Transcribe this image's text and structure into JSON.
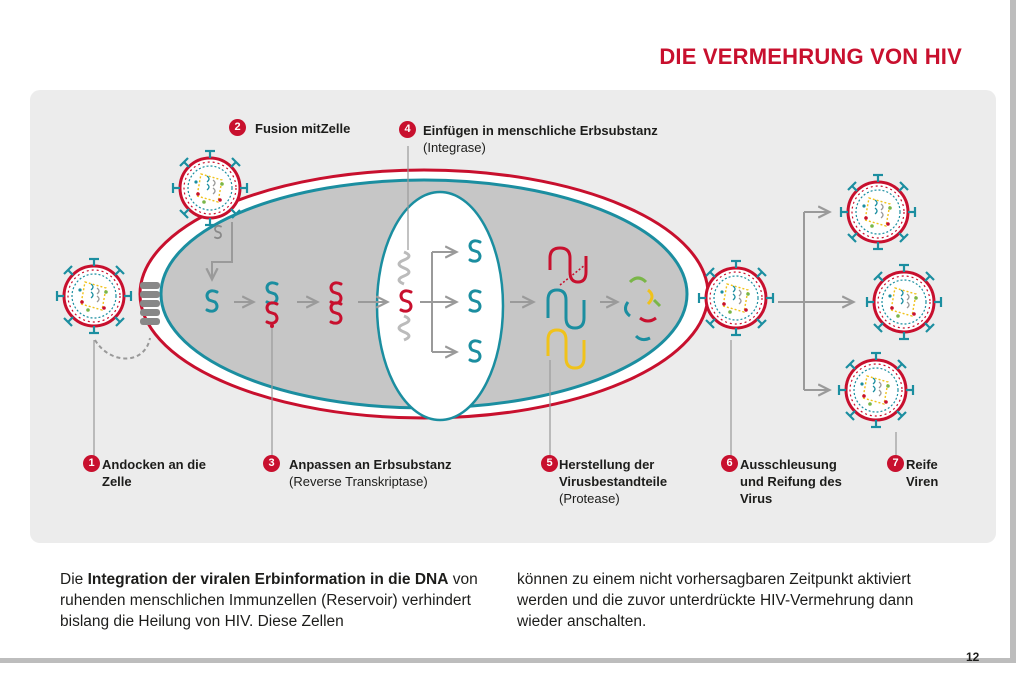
{
  "header": {
    "title": "DIE VERMEHRUNG VON HIV"
  },
  "steps": [
    {
      "num": "1",
      "title": "Andocken an die Zelle",
      "sub": ""
    },
    {
      "num": "2",
      "title": "Fusion mitZelle",
      "sub": ""
    },
    {
      "num": "3",
      "title": "Anpassen an Erbsubstanz",
      "sub": "(Reverse Transkriptase)"
    },
    {
      "num": "4",
      "title": "Einfügen in menschliche Erbsubstanz",
      "sub": "(Integrase)"
    },
    {
      "num": "5",
      "title": "Herstellung der Virusbestandteile",
      "sub": "(Protease)"
    },
    {
      "num": "6",
      "title": "Ausschleusung und Reifung des Virus",
      "sub": ""
    },
    {
      "num": "7",
      "title": "Reife Viren",
      "sub": ""
    }
  ],
  "text": {
    "col1_a": "Die ",
    "col1_bold": "Integration der viralen Erbinformation in die DNA",
    "col1_b": " von ruhenden menschlichen Immunzellen (Reservoir) verhindert bislang die Heilung von HIV. Diese Zellen",
    "col2": "können zu einem nicht vorhersagbaren Zeitpunkt aktiviert werden und die zuvor unterdrückte HIV-Vermehrung dann wieder anschalten."
  },
  "footer": {
    "page_number": "12"
  },
  "colors": {
    "accent": "#c8102e",
    "teal": "#1b8ea0",
    "panel": "#ececec",
    "cell_gray": "#c6c6c6",
    "yellow": "#f0c21a",
    "green": "#7ab648"
  }
}
